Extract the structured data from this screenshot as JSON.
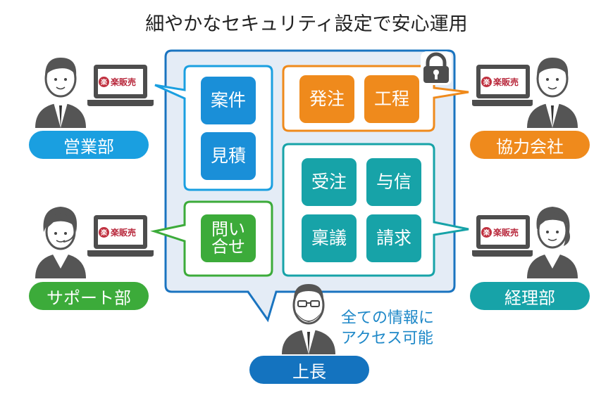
{
  "title": "細やかなセキュリティ設定で安心運用",
  "colors": {
    "sales_blue": "#1a9fe0",
    "partner_orange": "#ef8a1c",
    "support_green": "#3cab3a",
    "accounting_teal": "#17a3a8",
    "boss_blue": "#1473bf",
    "frame_blue": "#1a74c0",
    "frame_fill": "#e4ecf6",
    "person_gray": "#555555",
    "brand_red": "#c0303f"
  },
  "brand_label": "楽販売",
  "brand_mark": "楽",
  "groups": {
    "sales": {
      "label": "営業部",
      "modules": [
        "案件",
        "見積"
      ]
    },
    "partner": {
      "label": "協力会社",
      "modules": [
        "発注",
        "工程"
      ],
      "locked": true
    },
    "support": {
      "label": "サポート部",
      "modules": [
        "問い\n合せ"
      ]
    },
    "accounting": {
      "label": "経理部",
      "modules": [
        "受注",
        "与信",
        "稟議",
        "請求"
      ]
    },
    "boss": {
      "label": "上長",
      "note": [
        "全ての情報に",
        "アクセス可能"
      ]
    }
  },
  "icons": {
    "lock": "lock-icon",
    "person_male": "person-icon",
    "person_female": "person-female-icon",
    "laptop": "laptop-icon"
  }
}
